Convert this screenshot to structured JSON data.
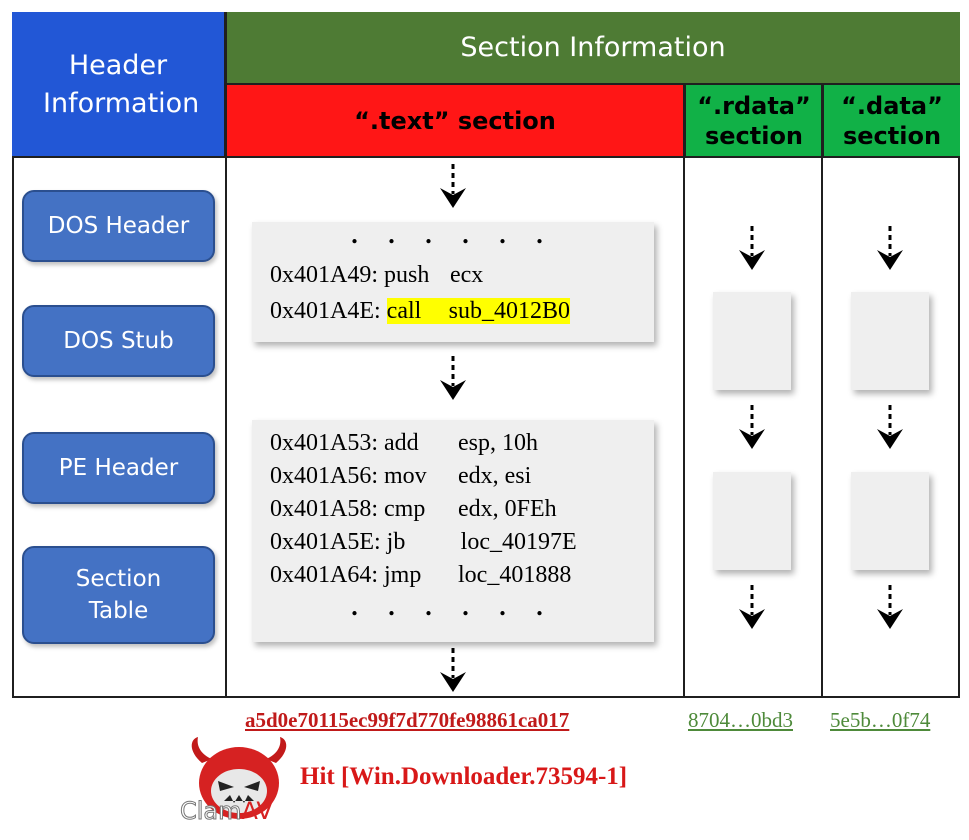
{
  "header": {
    "header_information": "Header Information",
    "section_information": "Section Information",
    "text_section": "“.text” section",
    "rdata_section_line1": "“.rdata”",
    "rdata_section_line2": "section",
    "data_section_line1": "“.data”",
    "data_section_line2": "section"
  },
  "header_items": [
    {
      "label": "DOS Header"
    },
    {
      "label": "DOS Stub"
    },
    {
      "label": "PE Header"
    },
    {
      "label_line1": "Section",
      "label_line2": "Table"
    }
  ],
  "code_block_1": {
    "leading_dots": ". . . . . .",
    "lines": [
      {
        "addr": "0x401A49:",
        "op": "push",
        "arg": "ecx"
      },
      {
        "addr": "0x401A4E:",
        "op": "call",
        "arg": "sub_4012B0",
        "highlighted": true
      }
    ]
  },
  "code_block_2": {
    "lines": [
      {
        "addr": "0x401A53:",
        "op": "add",
        "arg": "esp, 10h"
      },
      {
        "addr": "0x401A56:",
        "op": "mov",
        "arg": "edx, esi"
      },
      {
        "addr": "0x401A58:",
        "op": "cmp",
        "arg": "edx, 0FEh"
      },
      {
        "addr": "0x401A5E:",
        "op": "jb",
        "arg": "loc_40197E"
      },
      {
        "addr": "0x401A64:",
        "op": "jmp",
        "arg": "loc_401888"
      }
    ],
    "trailing_dots": ". . . . . ."
  },
  "hashes": {
    "text": "a5d0e70115ec99f7d770fe98861ca017",
    "rdata": "8704…0bd3",
    "data": "5e5b…0f74"
  },
  "detection": {
    "logo_text_a": "Clam",
    "logo_text_b": "AV",
    "hit": "Hit [Win.Downloader.73594-1]"
  },
  "colors": {
    "header_blue": "#2257d6",
    "section_green": "#4e7b34",
    "text_red": "#ff1616",
    "data_green": "#11b147",
    "button_blue": "#4472c4",
    "highlight_yellow": "#ffff00",
    "hash_red": "#c01a1a",
    "hit_red": "#d81818"
  }
}
